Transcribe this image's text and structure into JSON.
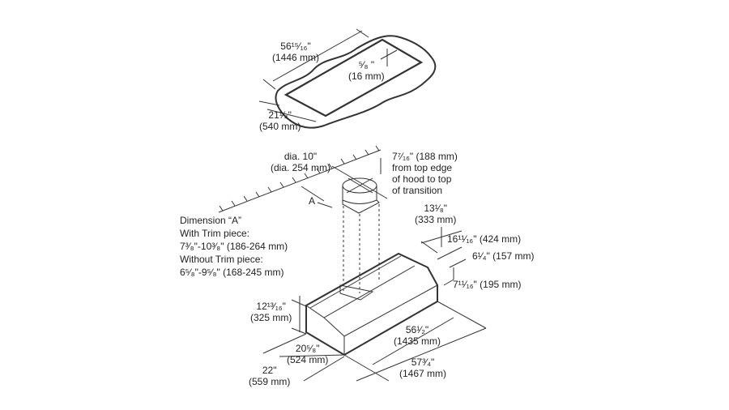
{
  "countertop": {
    "length": {
      "in": "56¹⁵⁄₁₆\"",
      "mm": "(1446 mm)"
    },
    "depth": {
      "in": "21¹⁄₄\"",
      "mm": "(540 mm)"
    },
    "edge": {
      "in": "⁵⁄₈ \"",
      "mm": "(16 mm)"
    }
  },
  "duct": {
    "diameter": {
      "in": "dia. 10\"",
      "mm": "(dia. 254 mm)"
    },
    "transition_note": [
      "7⁷⁄₁₆\" (188 mm)",
      "from top edge",
      "of hood to top",
      "of transition"
    ],
    "a_marker": "A"
  },
  "dimension_a": {
    "lines": [
      "Dimension “A”",
      "With Trim piece:",
      "7³⁄₈\"-10³⁄₈\" (186-264 mm)",
      "Without Trim piece:",
      "6⁵⁄₈\"-9⁵⁄₈\" (168-245 mm)"
    ]
  },
  "hood": {
    "duct_offset": {
      "in": "13¹⁄₈\"",
      "mm": "(333 mm)"
    },
    "top_depth": "16¹¹⁄₁₆\" (424 mm)",
    "upper_height": "6¹⁄₄\" (157 mm)",
    "lower_height": "7¹¹⁄₁₆\" (195 mm)",
    "total_height": {
      "in": "12¹³⁄₁₆\"",
      "mm": "(325 mm)"
    },
    "inner_width": {
      "in": "56¹⁄₂\"",
      "mm": "(1435 mm)"
    },
    "inner_depth": {
      "in": "20⁵⁄₈\"",
      "mm": "(524 mm)"
    },
    "outer_depth": {
      "in": "22\"",
      "mm": "(559 mm)"
    },
    "outer_width": {
      "in": "57³⁄₄\"",
      "mm": "(1467 mm)"
    }
  }
}
